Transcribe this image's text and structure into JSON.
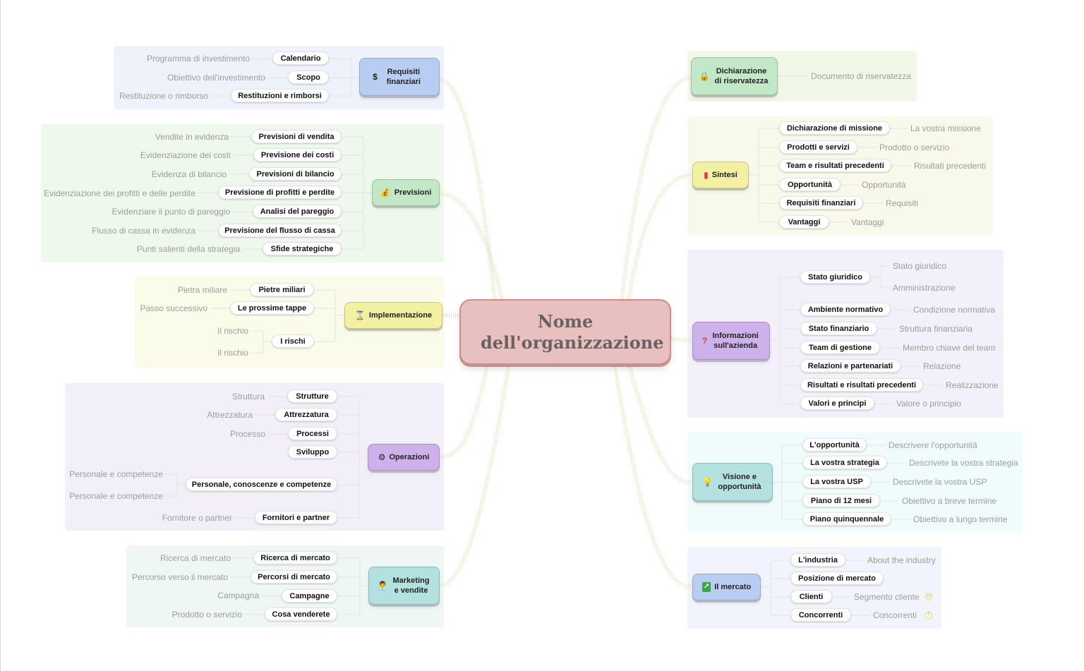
{
  "center": {
    "title": "Nome dell'organizzazione"
  },
  "colors": {
    "center_fill": "#e8c0c0",
    "connector": "#eadfc3",
    "leaf_text": "#9c9c9c",
    "blue": "#b9ccf2",
    "green": "#c3e8c7",
    "yellow": "#f4f0a3",
    "purple": "#cdb1ea",
    "teal": "#b3e1df"
  },
  "branches": {
    "requisiti": {
      "title": "Requisiti finanziari",
      "icon": "dollar-icon",
      "items": [
        {
          "label": "Calendario",
          "leaf": "Programma di investimento"
        },
        {
          "label": "Scopo",
          "leaf": "Obiettivo dell'investimento"
        },
        {
          "label": "Restituzioni e rimborsi",
          "leaf": "Restituzione o rimborso"
        }
      ]
    },
    "previsioni": {
      "title": "Previsioni",
      "icon": "money-bag-icon",
      "items": [
        {
          "label": "Previsioni di vendita",
          "leaf": "Vendite in evidenza"
        },
        {
          "label": "Previsione dei costi",
          "leaf": "Evidenziazione dei costi"
        },
        {
          "label": "Previsioni di bilancio",
          "leaf": "Evidenza di bilancio"
        },
        {
          "label": "Previsione di profitti e perdite",
          "leaf": "Evidenziazione dei profitti e delle perdite"
        },
        {
          "label": "Analisi del pareggio",
          "leaf": "Evidenziare il punto di pareggio"
        },
        {
          "label": "Previsione del flusso di cassa",
          "leaf": "Flusso di cassa in evidenza"
        },
        {
          "label": "Sfide strategiche",
          "leaf": "Punti salienti della strategia"
        }
      ]
    },
    "implementazione": {
      "title": "Implementazione",
      "icon": "hourglass-icon",
      "items": [
        {
          "label": "Pietre miliari",
          "leaf": "Pietra miliare"
        },
        {
          "label": "Le prossime tappe",
          "leaf": "Passo successivo"
        },
        {
          "label": "I rischi",
          "leaves": [
            "Il rischio",
            "Il rischio"
          ]
        }
      ]
    },
    "operazioni": {
      "title": "Operazioni",
      "icon": "gear-icon",
      "items": [
        {
          "label": "Strutture",
          "leaf": "Struttura"
        },
        {
          "label": "Attrezzatura",
          "leaf": "Attrezzatura"
        },
        {
          "label": "Processi",
          "leaf": "Processo"
        },
        {
          "label": "Sviluppo"
        },
        {
          "label": "Personale, conoscenze e competenze",
          "leaves": [
            "Personale e competenze",
            "Personale e competenze"
          ]
        },
        {
          "label": "Fornitori e partner",
          "leaf": "Fornitore o partner"
        }
      ]
    },
    "marketing": {
      "title": "Marketing e vendite",
      "icon": "salesperson-icon",
      "items": [
        {
          "label": "Ricerca di mercato",
          "leaf": "Ricerca di mercato"
        },
        {
          "label": "Percorsi di mercato",
          "leaf": "Percorso verso il mercato"
        },
        {
          "label": "Campagne",
          "leaf": "Campagna"
        },
        {
          "label": "Cosa venderete",
          "leaf": "Prodotto o servizio"
        }
      ]
    },
    "dichiarazione": {
      "title": "Dichiarazione di riservatezza",
      "icon": "lock-icon",
      "items": [
        {
          "leaf": "Documento di riservatezza"
        }
      ]
    },
    "sintesi": {
      "title": "Sintesi",
      "icon": "red-book-icon",
      "items": [
        {
          "label": "Dichiarazione di missione",
          "leaf": "La vostra missione"
        },
        {
          "label": "Prodotti e servizi",
          "leaf": "Prodotto o servizio"
        },
        {
          "label": "Team e risultati precedenti",
          "leaf": "Risultati precedenti"
        },
        {
          "label": "Opportunità",
          "leaf": "Opportunità"
        },
        {
          "label": "Requisiti finanziari",
          "leaf": "Requisiti"
        },
        {
          "label": "Vantaggi",
          "leaf": "Vantaggi"
        }
      ]
    },
    "informazioni": {
      "title": "Informazioni sull'azienda",
      "icon": "question-mark-icon",
      "items": [
        {
          "label": "Stato giuridico",
          "leaves": [
            "Stato giuridico",
            "Amministrazione"
          ]
        },
        {
          "label": "Ambiente normativo",
          "leaf": "Condizione normativa"
        },
        {
          "label": "Stato finanziario",
          "leaf": "Struttura finanziaria"
        },
        {
          "label": "Team di gestione",
          "leaf": "Membro chiave del team"
        },
        {
          "label": "Relazioni e partenariati",
          "leaf": "Relazione"
        },
        {
          "label": "Risultati e risultati precedenti",
          "leaf": "Realizzazione"
        },
        {
          "label": "Valori e principi",
          "leaf": "Valore o principio"
        }
      ]
    },
    "visione": {
      "title": "Visione e opportunità",
      "icon": "light-bulb-icon",
      "items": [
        {
          "label": "L'opportunità",
          "leaf": "Descrivere l'opportunità"
        },
        {
          "label": "La vostra strategia",
          "leaf": "Descrivete la vostra strategia"
        },
        {
          "label": "La vostra USP",
          "leaf": "Descrivete la vostra USP"
        },
        {
          "label": "Piano di 12 mesi",
          "leaf": "Obiettivo a breve termine"
        },
        {
          "label": "Piano quinquennale",
          "leaf": "Obiettivo a lungo termine"
        }
      ]
    },
    "mercato": {
      "title": "Il mercato",
      "icon": "chart-icon",
      "items": [
        {
          "label": "L'industria",
          "leaf": "About the industry"
        },
        {
          "label": "Posizione di mercato"
        },
        {
          "label": "Clienti",
          "leaf": "Segmento cliente",
          "badge": "12"
        },
        {
          "label": "Concorrenti",
          "leaf": "Concorrenti",
          "badge": "7"
        }
      ]
    }
  }
}
